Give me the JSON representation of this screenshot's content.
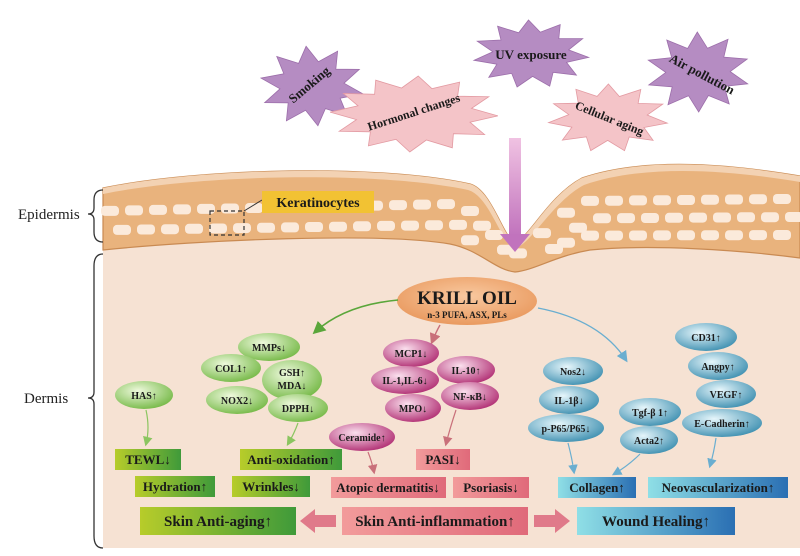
{
  "side_labels": {
    "epidermis": "Epidermis",
    "dermis": "Dermis"
  },
  "factors": {
    "smoking": "Smoking",
    "uv": "UV exposure",
    "air": "Air pollution",
    "hormonal": "Hormonal changes",
    "cellular": "Cellular aging"
  },
  "keratinocytes": "Keratinocytes",
  "krill": {
    "title": "KRILL OIL",
    "sub": "n-3 PUFA, ASX, PLs"
  },
  "anti_aging": {
    "has": "HAS↑",
    "mmps": "MMPs↓",
    "col1": "COL1↑",
    "gsh": "GSH↑",
    "mda": "MDA↓",
    "nox2": "NOX2↓",
    "dpph": "DPPH↓",
    "tewl": "TEWL↓",
    "antiox": "Anti-oxidation↑",
    "hydration": "Hydration↑",
    "wrinkles": "Wrinkles↓",
    "result": "Skin Anti-aging↑"
  },
  "inflammation": {
    "mcp1": "MCP1↓",
    "il10": "IL-10↑",
    "il16": "IL-1,IL-6↓",
    "nfkb": "NF-κB↓",
    "mpo": "MPO↓",
    "ceramide": "Ceramide↑",
    "pasi": "PASI↓",
    "atopic": "Atopic dermatitis↓",
    "psoriasis": "Psoriasis↓",
    "result": "Skin Anti-inflammation↑"
  },
  "wound": {
    "nos2": "Nos2↓",
    "il1b": "IL-1β↓",
    "p65": "p-P65/P65↓",
    "tgf": "Tgf-β 1↑",
    "acta2": "Acta2↑",
    "collagen": "Collagen↑",
    "cd31": "CD31↑",
    "angpy": "Angpy↑",
    "vegf": "VEGF↑",
    "ecad": "E-Cadherin↑",
    "neo": "Neovascularization↑",
    "result": "Wound Healing↑"
  },
  "colors": {
    "skin": "#f6e2d3",
    "epidermis_band": "#e6b07a",
    "krill": "#f0a870",
    "green_oval": "#8fce60",
    "pink_oval": "#b8357a",
    "teal_oval": "#5aa9c5",
    "purple_star": "#b58cc2",
    "pink_star": "#f4c4c8",
    "arrow": "#e07a8a"
  }
}
